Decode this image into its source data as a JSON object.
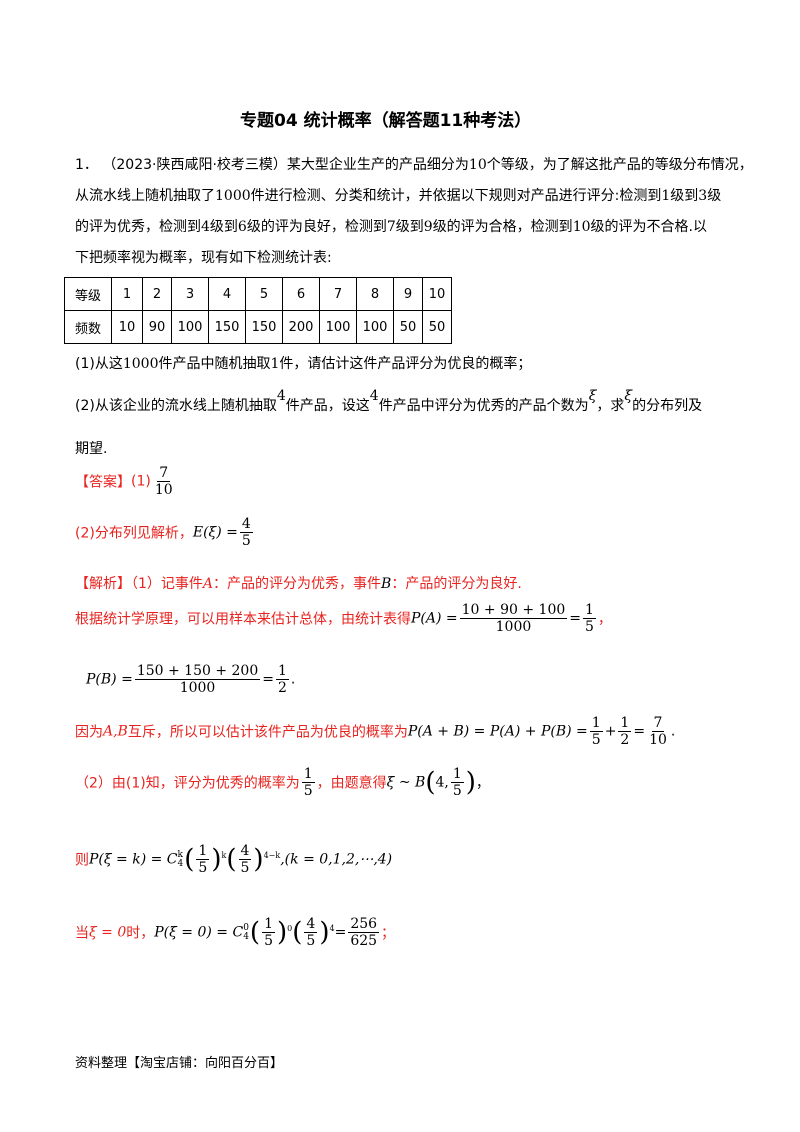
{
  "title": "专题04  统计概率（解答题11种考法）",
  "q1": {
    "number": "1．",
    "source": "（2023·陕西咸阳·校考三模）",
    "line1_a": "某大型企业生产的产品细分为",
    "n10": "10",
    "line1_b": "个等级，为了解这批产品的等级分布情况，",
    "line2_a": "从流水线上随机抽取了",
    "n1000": "1000",
    "line2_b": "件进行检测、分类和统计，并依据以下规则对产品进行评分:检测到",
    "n1": "1",
    "line2_c": "级到",
    "n3": "3",
    "line2_d": "级",
    "line3_a": "的评为优秀，检测到",
    "n4": "4",
    "line3_b": "级到",
    "n6": "6",
    "line3_c": "级的评为良好，检测到",
    "n7": "7",
    "line3_d": "级到",
    "n9": "9",
    "line3_e": "级的评为合格，检测到",
    "n10b": "10",
    "line3_f": "级的评为不合格.以",
    "line4": "下把频率视为概率，现有如下检测统计表:"
  },
  "table": {
    "row1_header": "等级",
    "grades": [
      "1",
      "2",
      "3",
      "4",
      "5",
      "6",
      "7",
      "8",
      "9",
      "10"
    ],
    "row2_header": "频数",
    "freqs": [
      "10",
      "90",
      "100",
      "150",
      "150",
      "200",
      "100",
      "100",
      "50",
      "50"
    ]
  },
  "sub1": {
    "a": "(1)从这",
    "n": "1000",
    "b": "件产品中随机抽取",
    "n2": "1",
    "c": "件，请估计这件产品评分为优良的概率；"
  },
  "sub2": {
    "a": "(2)从该企业的流水线上随机抽取",
    "n": "4",
    "b": "件产品，设这",
    "n2": "4",
    "c": "件产品中评分为优秀的产品个数为",
    "xi": "ξ",
    "d": "，求",
    "xi2": "ξ",
    "e": "的分布列及",
    "f": "期望."
  },
  "answer": {
    "label": "【答案】",
    "p1": "(1)",
    "p1_num": "7",
    "p1_den": "10",
    "p2": "(2)分布列见解析，",
    "e_lhs": "E(ξ) =",
    "e_num": "4",
    "e_den": "5"
  },
  "analysis": {
    "label": "【解析】",
    "l1_a": "（1）记事件",
    "A": "A",
    "l1_b": "：产品的评分为优秀，事件",
    "B": "B",
    "l1_c": "：产品的评分为良好.",
    "l2": "根据统计学原理，可以用样本来估计总体，由统计表得",
    "pa_lhs": "P(A) =",
    "pa_num": "10 + 90 + 100",
    "pa_den": "1000",
    "pa_eq": "=",
    "pa_rnum": "1",
    "pa_rden": "5",
    "pa_end": "，",
    "pb_lhs": "P(B) =",
    "pb_num": "150 + 150 + 200",
    "pb_den": "1000",
    "pb_eq": "=",
    "pb_rnum": "1",
    "pb_rden": "2",
    "pb_end": ".",
    "l4_a": "因为",
    "AB": "A,B",
    "l4_b": "互斥，所以可以估计该件产品为优良的概率为",
    "pab": "P(A + B) = P(A) + P(B) =",
    "f1n": "1",
    "f1d": "5",
    "plus": "+",
    "f2n": "1",
    "f2d": "2",
    "eq": "=",
    "f3n": "7",
    "f3d": "10",
    "dot": ".",
    "l5_a": "（2）由(1)知，评分为优秀的概率为",
    "l5_fn": "1",
    "l5_fd": "5",
    "l5_b": "，由题意得",
    "l5_dist": "ξ ~ B",
    "l5_params_a": "4,",
    "l5_pn": "1",
    "l5_pd": "5",
    "l5_end": "，",
    "l6_a": "则",
    "l6_lhs": "P(ξ = k) = C",
    "l6_sup": "k",
    "l6_sub": "4",
    "l6_f1n": "1",
    "l6_f1d": "5",
    "l6_exp1": "k",
    "l6_f2n": "4",
    "l6_f2d": "5",
    "l6_exp2": "4−k",
    "l6_tail": ",(k = 0,1,2,⋯,4)",
    "l7_a": "当",
    "l7_xi": "ξ = 0",
    "l7_b": "时，",
    "l7_lhs": "P(ξ = 0) = C",
    "l7_sup": "0",
    "l7_sub": "4",
    "l7_f1n": "1",
    "l7_f1d": "5",
    "l7_exp1": "0",
    "l7_f2n": "4",
    "l7_f2d": "5",
    "l7_exp2": "4",
    "l7_eq": "=",
    "l7_rn": "256",
    "l7_rd": "625",
    "l7_end": "；"
  },
  "footer": "资料整理【淘宝店铺：向阳百分百】"
}
